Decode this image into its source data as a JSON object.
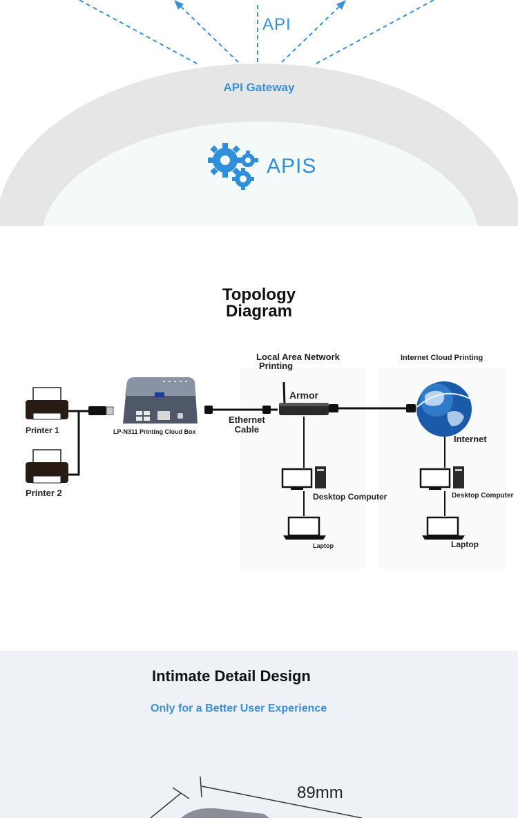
{
  "api_section": {
    "api_label": "API",
    "gateway_label": "API Gateway",
    "apis_label": "APIS",
    "icons": {
      "gears": "gears-icon"
    }
  },
  "topology": {
    "title_line1": "Topology",
    "title_line2": "Diagram",
    "lan_title_line1": "Local Area Network",
    "lan_title_line2": "Printing",
    "cloud_title": "Internet Cloud Printing",
    "printer1": "Printer 1",
    "printer2": "Printer 2",
    "device": "LP-N311 Printing Cloud Box",
    "cable_line1": "Ethernet",
    "cable_line2": "Cable",
    "router": "Armor",
    "internet": "Internet",
    "lan_desktop": "Desktop Computer",
    "lan_laptop": "Laptop",
    "cloud_desktop": "Desktop Computer",
    "cloud_laptop": "Laptop"
  },
  "detail": {
    "title": "Intimate Detail Design",
    "subtitle": "Only for a Better User Experience",
    "dimension": "89mm"
  },
  "colors": {
    "accent_blue": "#3a8fd6",
    "arc_gray": "#e6e6e6",
    "detail_bg": "#eef1f5"
  }
}
